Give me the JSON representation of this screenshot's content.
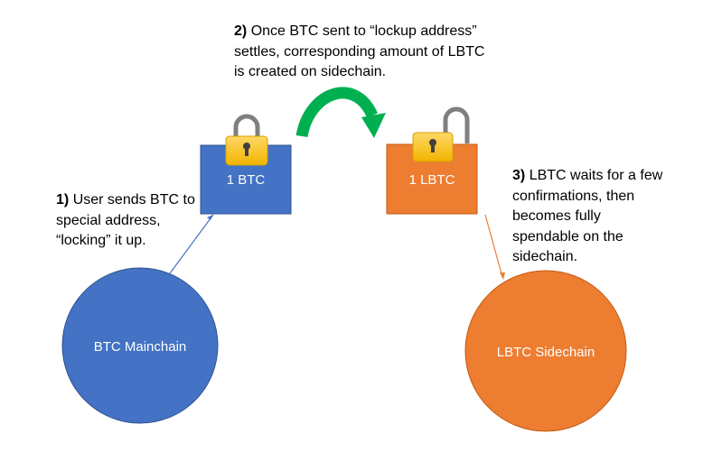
{
  "steps": [
    {
      "number": "1)",
      "text": "User sends BTC to special address, “locking” it up."
    },
    {
      "number": "2)",
      "text": "Once BTC sent to “lockup address” settles, corresponding amount of LBTC is created on sidechain."
    },
    {
      "number": "3)",
      "text": "LBTC waits for a few confirmations, then becomes fully spendable on the sidechain."
    }
  ],
  "nodes": {
    "btc_box": {
      "label": "1 BTC",
      "color": "#4472C4",
      "lock_state": "locked"
    },
    "lbtc_box": {
      "label": "1 LBTC",
      "color": "#ED7D31",
      "lock_state": "unlocked"
    },
    "btc_chain": {
      "label": "BTC Mainchain",
      "color": "#4472C4"
    },
    "lbtc_chain": {
      "label": "LBTC Sidechain",
      "color": "#ED7D31"
    }
  },
  "colors": {
    "transfer_arrow": "#00B050",
    "lock_body": "#FFC000",
    "lock_shackle": "#7F7F7F"
  }
}
